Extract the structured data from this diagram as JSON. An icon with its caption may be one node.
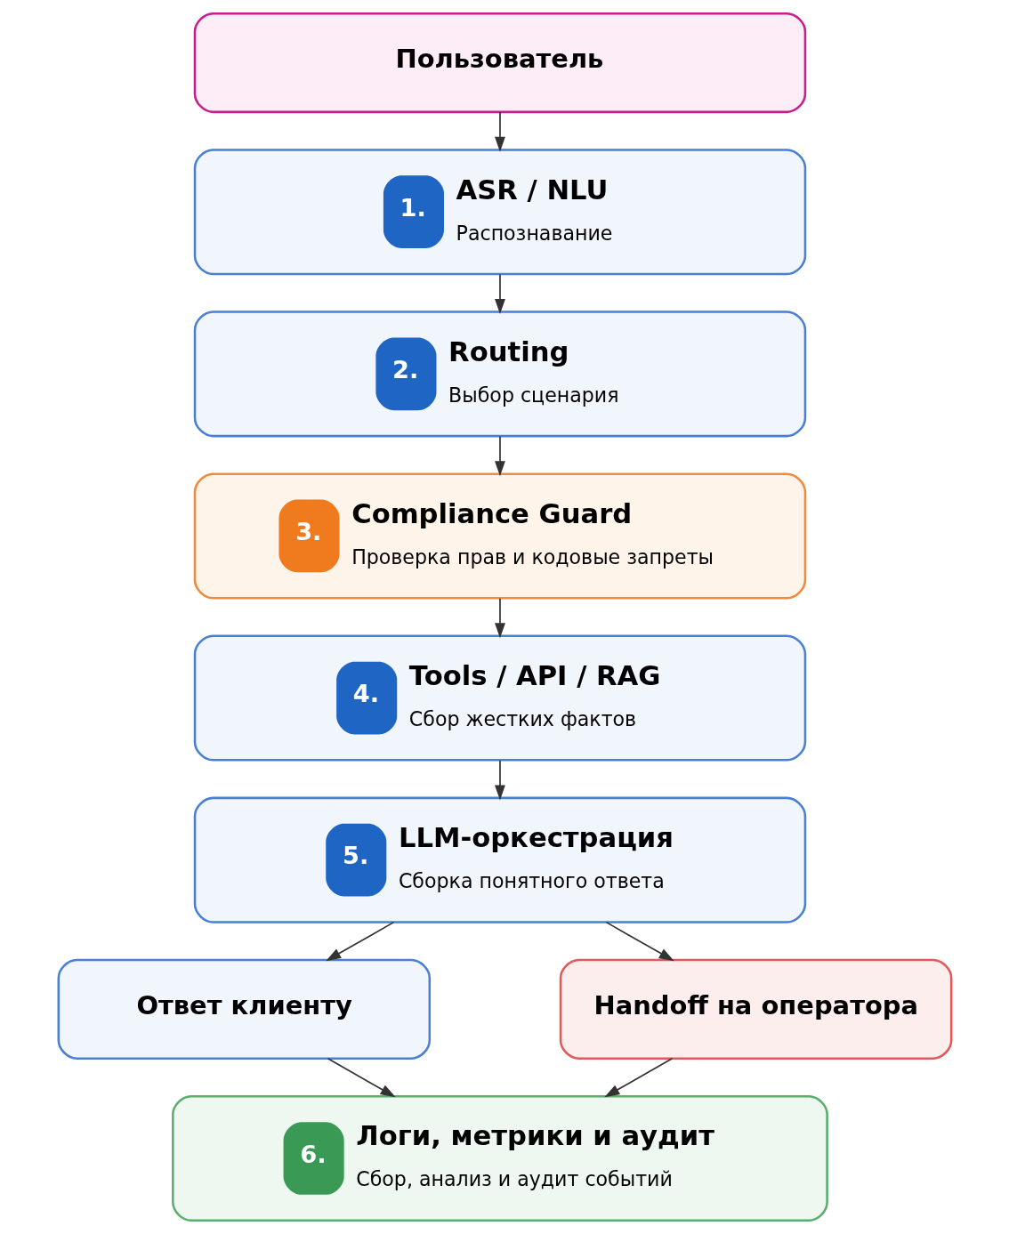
{
  "diagram": {
    "nodes": [
      {
        "text": [
          "Пользователь"
        ]
      },
      {
        "text": [
          "1.",
          "ASR / NLU",
          "Распознавание"
        ]
      },
      {
        "text": [
          "2.",
          "Routing",
          "Выбор сценария"
        ]
      },
      {
        "text": [
          "3.",
          "Compliance Guard",
          "Проверка прав и кодовые запреты"
        ]
      },
      {
        "text": [
          "4.",
          "Tools / API / RAG",
          "Сбор жестких фактов"
        ]
      },
      {
        "text": [
          "5.",
          "LLM-оркестрация",
          "Сборка понятного ответа"
        ]
      },
      {
        "text": [
          "Ответ клиенту"
        ]
      },
      {
        "text": [
          "Handoff на оператора"
        ]
      },
      {
        "text": [
          "6.",
          "Логи, метрики и аудит",
          "Сбор, анализ и аудит событий"
        ]
      }
    ],
    "edges": [
      {
        "from": 0,
        "to": 1,
        "arrow": "to"
      },
      {
        "from": 1,
        "to": 2,
        "arrow": "to"
      },
      {
        "from": 2,
        "to": 3,
        "arrow": "to"
      },
      {
        "from": 3,
        "to": 4,
        "arrow": "to"
      },
      {
        "from": 4,
        "to": 5,
        "arrow": "to"
      },
      {
        "from": 5,
        "to": 6,
        "arrow": "to"
      },
      {
        "from": 5,
        "to": 7,
        "arrow": "to"
      },
      {
        "from": 6,
        "to": 8,
        "arrow": "to"
      },
      {
        "from": 7,
        "to": 8,
        "arrow": "to"
      }
    ]
  }
}
